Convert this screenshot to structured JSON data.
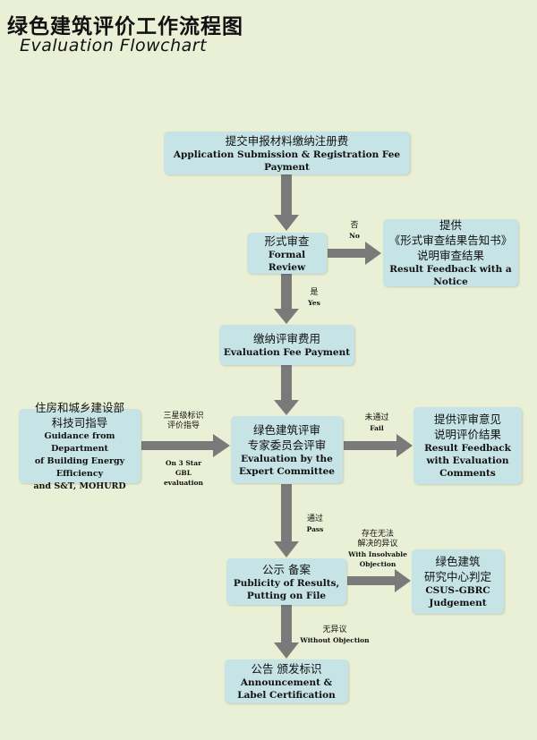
{
  "title": {
    "cn": "绿色建筑评价工作流程图",
    "en": "Evaluation Flowchart"
  },
  "boxes": {
    "application": {
      "cn": "提交申报材料缴纳注册费",
      "en": "Application Submission & Registration Fee Payment"
    },
    "formal_review": {
      "cn": "形式审查",
      "en": "Formal Review"
    },
    "notice": {
      "cn1": "提供",
      "cn2": "《形式审查结果告知书》",
      "cn3": "说明审查结果",
      "en": "Result Feedback with a Notice"
    },
    "fee": {
      "cn": "缴纳评审费用",
      "en": "Evaluation Fee Payment"
    },
    "mohurd": {
      "cn1": "住房和城乡建设部",
      "cn2": "科技司指导",
      "en1": "Guidance from Department",
      "en2": "of Building Energy Efficiency",
      "en3": "and S&T, MOHURD"
    },
    "committee": {
      "cn1": "绿色建筑评审",
      "cn2": "专家委员会评审",
      "en1": "Evaluation by  the",
      "en2": "Expert Committee"
    },
    "feedback": {
      "cn1": "提供评审意见",
      "cn2": "说明评价结果",
      "en1": "Result Feedback",
      "en2": "with Evaluation",
      "en3": "Comments"
    },
    "publicity": {
      "cn": "公示  备案",
      "en1": "Publicity of Results,",
      "en2": "Putting on File"
    },
    "gbrc": {
      "cn1": "绿色建筑",
      "cn2": "研究中心判定",
      "en1": "CSUS-GBRC",
      "en2": "Judgement"
    },
    "announcement": {
      "cn": "公告  颁发标识",
      "en1": "Announcement &",
      "en2": "Label Certification"
    }
  },
  "labels": {
    "no": {
      "cn": "否",
      "en": "No"
    },
    "yes": {
      "cn": "是",
      "en": "Yes"
    },
    "three_star": {
      "cn1": "三星级标识",
      "cn2": "评价指导",
      "en1": "On 3 Star",
      "en2": "GBL",
      "en3": "evaluation"
    },
    "fail": {
      "cn": "未通过",
      "en": "Fail"
    },
    "pass": {
      "cn": "通过",
      "en": "Pass"
    },
    "objection": {
      "cn1": "存在无法",
      "cn2": "解决的异议",
      "en1": "With Insolvable",
      "en2": "Objection"
    },
    "no_objection": {
      "cn": "无异议",
      "en": "Without Objection"
    }
  },
  "colors": {
    "background": "#eaf0d6",
    "box": "#c6e3e5",
    "arrow": "#7a7a7a"
  }
}
